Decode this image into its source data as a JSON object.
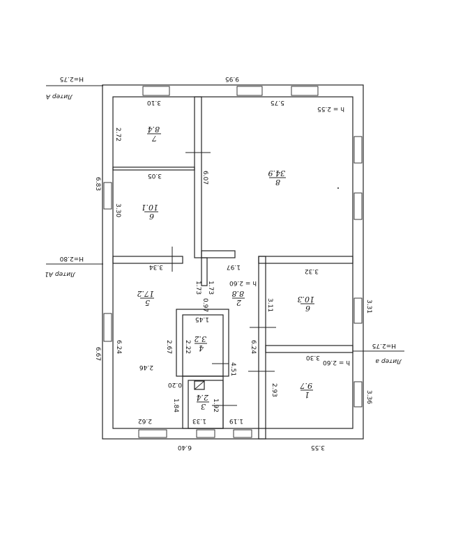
{
  "plan": {
    "liter_labels": [
      "Литер А",
      "Литер А1",
      "Литер а"
    ],
    "heights": [
      "Н=2.75",
      "Н=2.80",
      "Н=2.75",
      "h = 2.55",
      "h = 2.60",
      "h = 2.60"
    ],
    "outer_dims": [
      "9.95",
      "6.83",
      "6.67",
      "6.40",
      "3.55",
      "3.36",
      "3.31"
    ],
    "inner_dims": [
      "3.10",
      "2.72",
      "5.75",
      "3.05",
      "3.30",
      "6.07",
      "3.34",
      "1.97",
      "1.73",
      "1.73",
      "0.97",
      "3.32",
      "3.11",
      "1.45",
      "2.67",
      "2.22",
      "6.24",
      "6.24",
      "2.46",
      "4.51",
      "3.30",
      "0.20",
      "2.93",
      "1.84",
      "1.92",
      "2.62",
      "1.33",
      "1.19"
    ],
    "rooms": [
      {
        "num": "7",
        "area": "8.4"
      },
      {
        "num": "8",
        "area": "34.9"
      },
      {
        "num": "6",
        "area": "10.1"
      },
      {
        "num": "5",
        "area": "17.2"
      },
      {
        "num": "2",
        "area": "8.8"
      },
      {
        "num": "6",
        "area": "10.3"
      },
      {
        "num": "4",
        "area": "3.2"
      },
      {
        "num": "3",
        "area": "2.4"
      },
      {
        "num": "1",
        "area": "9.7"
      }
    ]
  }
}
